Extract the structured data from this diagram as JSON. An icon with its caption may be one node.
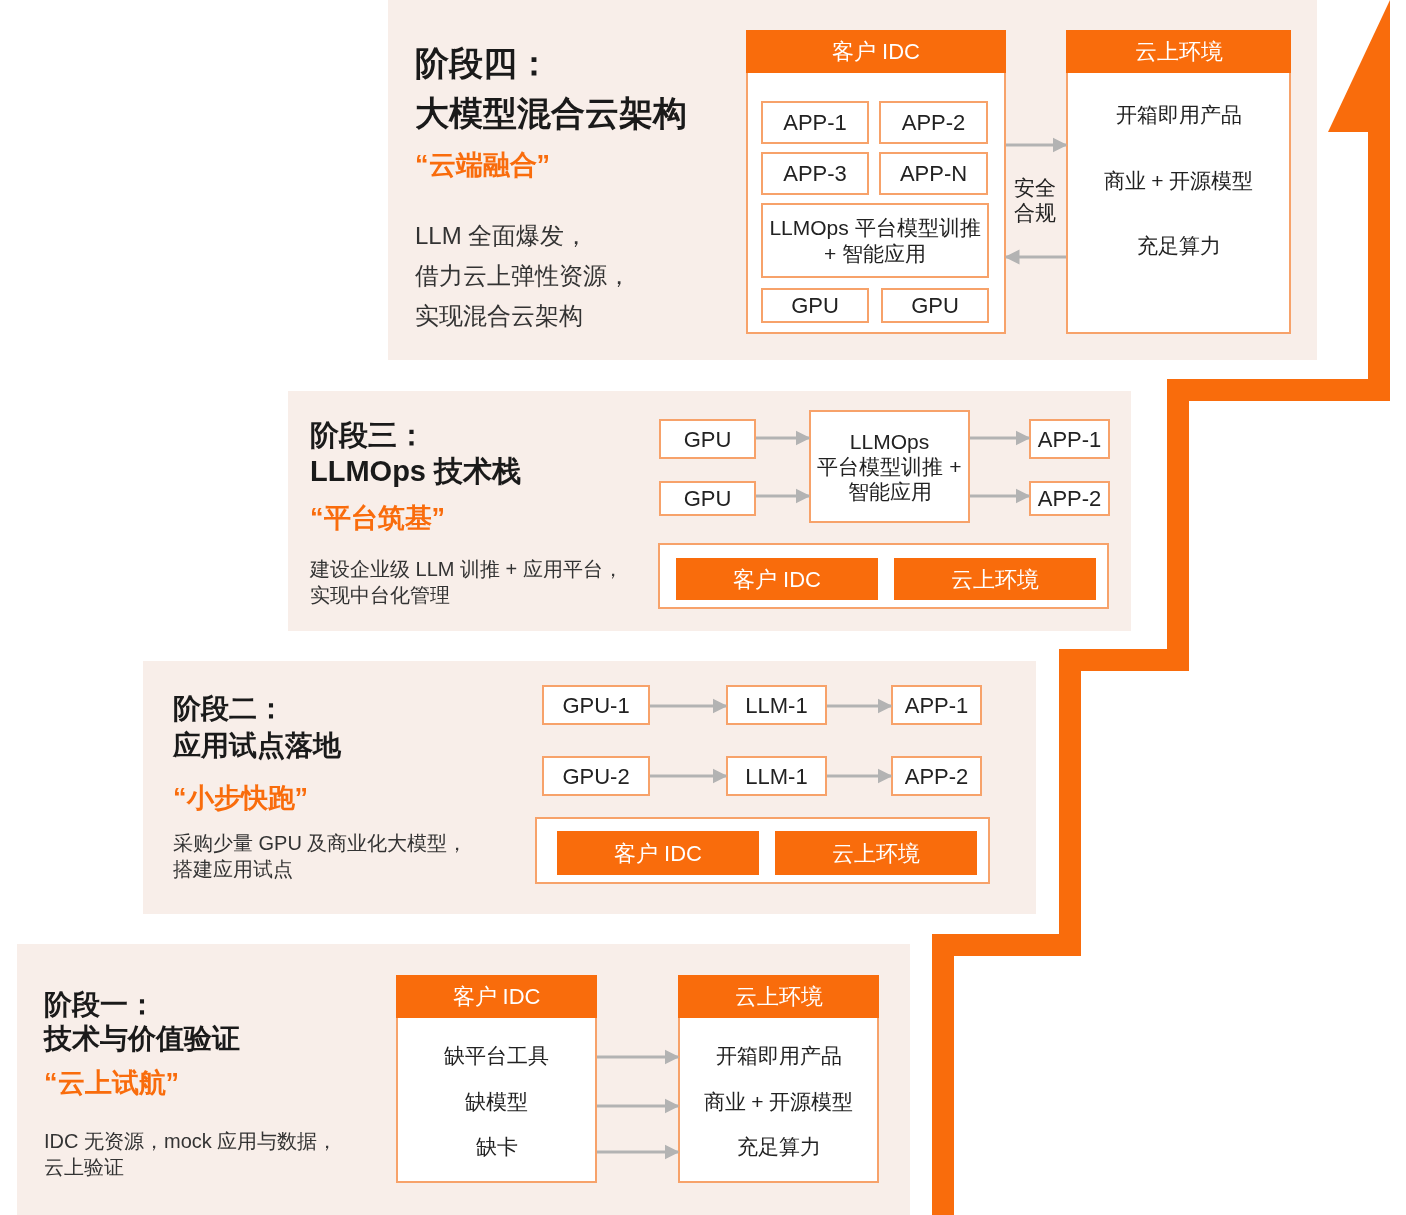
{
  "diagram": {
    "nodes": [
      {
        "text": [
          "阶段四：",
          "大模型混合云架构",
          "“云端融合”",
          "LLM 全面爆发，借力云上弹性资源，实现混合云架构"
        ]
      },
      {
        "text": [
          "客户 IDC"
        ],
        "in": 0
      },
      {
        "text": [
          "APP-1"
        ],
        "in": 1
      },
      {
        "text": [
          "APP-2"
        ],
        "in": 1
      },
      {
        "text": [
          "APP-3"
        ],
        "in": 1
      },
      {
        "text": [
          "APP-N"
        ],
        "in": 1
      },
      {
        "text": [
          "LLMOps 平台模型训推 + 智能应用"
        ],
        "in": 1
      },
      {
        "text": [
          "GPU"
        ],
        "in": 1
      },
      {
        "text": [
          "GPU"
        ],
        "in": 1
      },
      {
        "text": [
          "云上环境",
          "开箱即用产品",
          "商业 + 开源模型",
          "充足算力"
        ],
        "in": 0
      },
      {
        "text": [
          "阶段三：",
          "LLMOps 技术栈",
          "“平台筑基”",
          "建设企业级 LLM 训推 + 应用平台，实现中台化管理"
        ]
      },
      {
        "text": [
          "GPU"
        ],
        "in": 10
      },
      {
        "text": [
          "GPU"
        ],
        "in": 10
      },
      {
        "text": [
          "LLMOps 平台模型训推 + 智能应用"
        ],
        "in": 10
      },
      {
        "text": [
          "APP-1"
        ],
        "in": 10
      },
      {
        "text": [
          "APP-2"
        ],
        "in": 10
      },
      {
        "text": [],
        "shape": "box",
        "in": 10
      },
      {
        "text": [
          "客户 IDC"
        ],
        "in": 16
      },
      {
        "text": [
          "云上环境"
        ],
        "in": 16
      },
      {
        "text": [
          "阶段二：",
          "应用试点落地",
          "“小步快跑”",
          "采购少量 GPU 及商业化大模型，搭建应用试点"
        ]
      },
      {
        "text": [
          "GPU-1"
        ],
        "in": 19
      },
      {
        "text": [
          "LLM-1"
        ],
        "in": 19
      },
      {
        "text": [
          "APP-1"
        ],
        "in": 19
      },
      {
        "text": [
          "GPU-2"
        ],
        "in": 19
      },
      {
        "text": [
          "LLM-1"
        ],
        "in": 19
      },
      {
        "text": [
          "APP-2"
        ],
        "in": 19
      },
      {
        "text": [],
        "shape": "box",
        "in": 19
      },
      {
        "text": [
          "客户 IDC"
        ],
        "in": 26
      },
      {
        "text": [
          "云上环境"
        ],
        "in": 26
      },
      {
        "text": [
          "阶段一：",
          "技术与价值验证",
          "“云上试航”",
          "IDC 无资源，mock 应用与数据，云上验证"
        ]
      },
      {
        "text": [
          "客户 IDC",
          "缺平台工具",
          "缺模型",
          "缺卡"
        ],
        "in": 29
      },
      {
        "text": [
          "云上环境",
          "开箱即用产品",
          "商业 + 开源模型",
          "充足算力"
        ],
        "in": 29
      }
    ],
    "edges": [
      {
        "from": 1,
        "to": 9,
        "arrow": "to"
      },
      {
        "from": 9,
        "to": 1,
        "arrow": "to"
      },
      {
        "from": 11,
        "to": 13,
        "arrow": "to"
      },
      {
        "from": 12,
        "to": 13,
        "arrow": "to"
      },
      {
        "from": 13,
        "to": 14,
        "arrow": "to"
      },
      {
        "from": 13,
        "to": 15,
        "arrow": "to"
      },
      {
        "from": 20,
        "to": 21,
        "arrow": "to"
      },
      {
        "from": 21,
        "to": 22,
        "arrow": "to"
      },
      {
        "from": 23,
        "to": 24,
        "arrow": "to"
      },
      {
        "from": 24,
        "to": 25,
        "arrow": "to"
      },
      {
        "from": 30,
        "to": 31,
        "arrow": "to"
      },
      {
        "from": 30,
        "to": 31,
        "arrow": "to"
      },
      {
        "from": 30,
        "to": 31,
        "arrow": "to"
      }
    ],
    "labels": [
      "安全合规"
    ]
  }
}
